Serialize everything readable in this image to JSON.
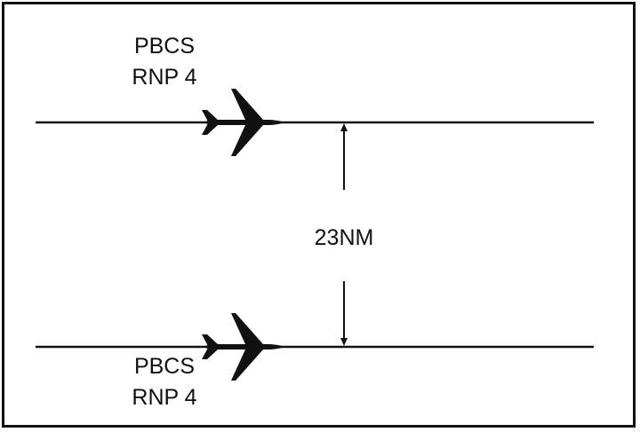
{
  "diagram": {
    "top_aircraft": {
      "line1": "PBCS",
      "line2": "RNP 4"
    },
    "bottom_aircraft": {
      "line1": "PBCS",
      "line2": "RNP 4"
    },
    "separation_label": "23NM",
    "colors": {
      "stroke": "#111111",
      "background": "#ffffff"
    },
    "icons": {
      "aircraft": "airplane-icon",
      "arrow": "arrow-icon"
    }
  }
}
